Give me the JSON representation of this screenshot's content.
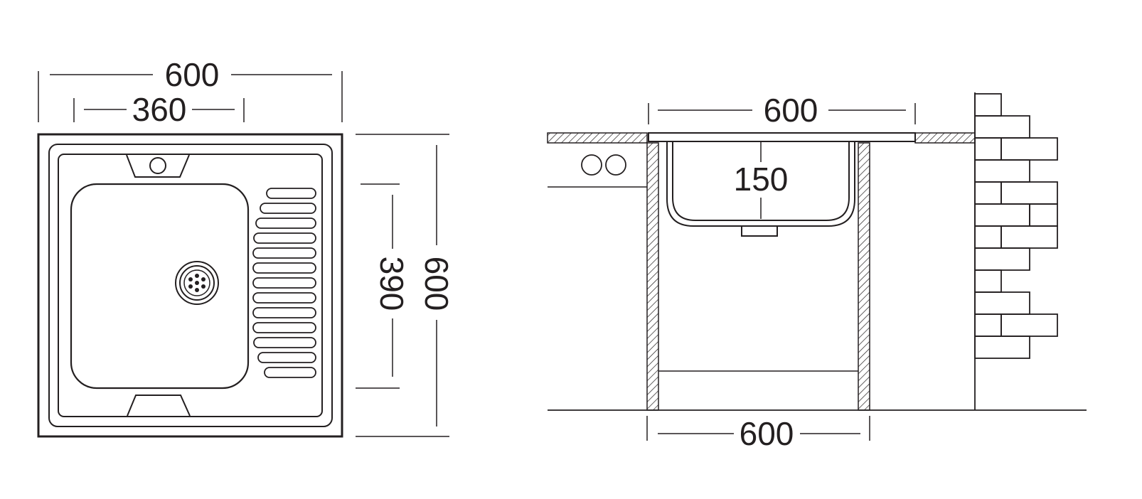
{
  "top_view": {
    "overall_width": "600",
    "bowl_width": "360",
    "bowl_height": "390",
    "overall_depth": "600"
  },
  "side_view": {
    "sink_width": "600",
    "bowl_depth": "150",
    "cabinet_width": "600"
  },
  "colors": {
    "line": "#231f20",
    "background": "#ffffff"
  }
}
